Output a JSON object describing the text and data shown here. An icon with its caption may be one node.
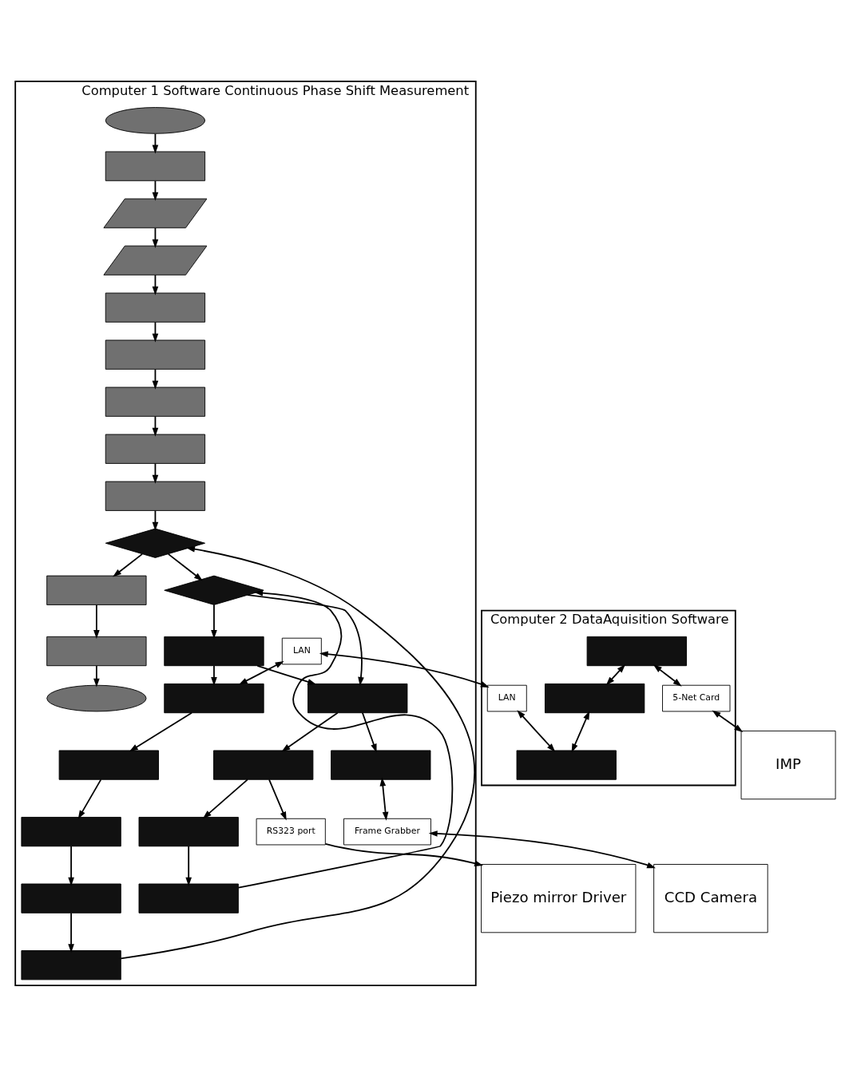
{
  "diagram": {
    "nodes": [
      {
        "text": [
          "Computer 1 Software Continuous Phase Shift Measurement"
        ]
      },
      {
        "text": [
          "Computer 2 DataAquisition Software"
        ]
      },
      {
        "text": [],
        "shape": "ellipse",
        "in": 0
      },
      {
        "text": [],
        "shape": "box",
        "in": 0
      },
      {
        "text": [],
        "shape": "parallelogram",
        "in": 0
      },
      {
        "text": [],
        "shape": "parallelogram",
        "in": 0
      },
      {
        "text": [],
        "shape": "box",
        "in": 0
      },
      {
        "text": [],
        "shape": "box",
        "in": 0
      },
      {
        "text": [],
        "shape": "box",
        "in": 0
      },
      {
        "text": [],
        "shape": "box",
        "in": 0
      },
      {
        "text": [],
        "shape": "box",
        "in": 0
      },
      {
        "text": [],
        "shape": "diamond",
        "in": 0
      },
      {
        "text": [],
        "shape": "diamond",
        "in": 0
      },
      {
        "text": [],
        "shape": "box",
        "in": 0
      },
      {
        "text": [],
        "shape": "box",
        "in": 0
      },
      {
        "text": [],
        "shape": "box",
        "in": 0
      },
      {
        "text": [],
        "shape": "box",
        "in": 0
      },
      {
        "text": [],
        "shape": "ellipse",
        "in": 0
      },
      {
        "text": [],
        "shape": "box",
        "in": 0
      },
      {
        "text": [],
        "shape": "box",
        "in": 0
      },
      {
        "text": [],
        "shape": "box",
        "in": 0
      },
      {
        "text": [],
        "shape": "box",
        "in": 0
      },
      {
        "text": [],
        "shape": "box",
        "in": 0
      },
      {
        "text": [],
        "shape": "box",
        "in": 0
      },
      {
        "text": [],
        "shape": "box",
        "in": 0
      },
      {
        "text": [],
        "shape": "box",
        "in": 0
      },
      {
        "text": [],
        "shape": "box",
        "in": 0
      },
      {
        "text": [
          "RS323 port"
        ],
        "in": 0
      },
      {
        "text": [
          "Frame Grabber"
        ],
        "in": 0
      },
      {
        "text": [
          "LAN"
        ],
        "in": 0
      },
      {
        "text": [],
        "shape": "box",
        "in": 1
      },
      {
        "text": [],
        "shape": "box",
        "in": 1
      },
      {
        "text": [],
        "shape": "box",
        "in": 1
      },
      {
        "text": [
          "LAN"
        ],
        "in": 1
      },
      {
        "text": [
          "5-Net Card"
        ],
        "in": 1
      },
      {
        "text": [
          "Piezo mirror Driver"
        ]
      },
      {
        "text": [
          "CCD Camera"
        ]
      },
      {
        "text": [
          "IMP"
        ]
      }
    ],
    "edges": [
      {
        "from": 2,
        "to": 3,
        "arrow": "to"
      },
      {
        "from": 3,
        "to": 4,
        "arrow": "to"
      },
      {
        "from": 4,
        "to": 5,
        "arrow": "to"
      },
      {
        "from": 5,
        "to": 6,
        "arrow": "to"
      },
      {
        "from": 6,
        "to": 7,
        "arrow": "to"
      },
      {
        "from": 7,
        "to": 8,
        "arrow": "to"
      },
      {
        "from": 8,
        "to": 9,
        "arrow": "to"
      },
      {
        "from": 9,
        "to": 10,
        "arrow": "to"
      },
      {
        "from": 10,
        "to": 11,
        "arrow": "to"
      },
      {
        "from": 11,
        "to": 12,
        "arrow": "to"
      },
      {
        "from": 11,
        "to": 19,
        "arrow": "to"
      },
      {
        "from": 19,
        "to": 18,
        "arrow": "to"
      },
      {
        "from": 18,
        "to": 17,
        "arrow": "to"
      },
      {
        "from": 12,
        "to": 13,
        "arrow": "to"
      },
      {
        "from": 13,
        "to": 14,
        "arrow": "to"
      },
      {
        "from": 14,
        "to": 15,
        "arrow": "to"
      },
      {
        "from": 15,
        "to": 16,
        "arrow": "to"
      },
      {
        "from": 16,
        "to": 12,
        "arrow": "to"
      },
      {
        "from": 12,
        "to": 20,
        "arrow": "to"
      },
      {
        "from": 20,
        "to": 21,
        "arrow": "to"
      },
      {
        "from": 21,
        "to": 22,
        "arrow": "to"
      },
      {
        "from": 22,
        "to": 23,
        "arrow": "to"
      },
      {
        "from": 23,
        "to": 24,
        "arrow": "to"
      },
      {
        "from": 24,
        "to": 25,
        "arrow": "to"
      },
      {
        "from": 25,
        "to": 11,
        "arrow": "to"
      },
      {
        "from": 20,
        "to": 13,
        "arrow": "to"
      },
      {
        "from": 14,
        "to": 27,
        "arrow": "to"
      },
      {
        "from": 13,
        "to": 26,
        "arrow": "to"
      },
      {
        "from": 29,
        "to": 21,
        "arrow": "both"
      },
      {
        "from": 26,
        "to": 28,
        "arrow": "both"
      },
      {
        "from": 30,
        "to": 31,
        "arrow": "both"
      },
      {
        "from": 33,
        "to": 31,
        "arrow": "both"
      },
      {
        "from": 32,
        "to": 30,
        "arrow": "both"
      },
      {
        "from": 32,
        "to": 34,
        "arrow": "both"
      },
      {
        "from": 27,
        "to": 35,
        "arrow": "to"
      },
      {
        "from": 28,
        "to": 36,
        "arrow": "both"
      },
      {
        "from": 29,
        "to": 33,
        "arrow": "both"
      },
      {
        "from": 34,
        "to": 37,
        "arrow": "both"
      }
    ]
  }
}
